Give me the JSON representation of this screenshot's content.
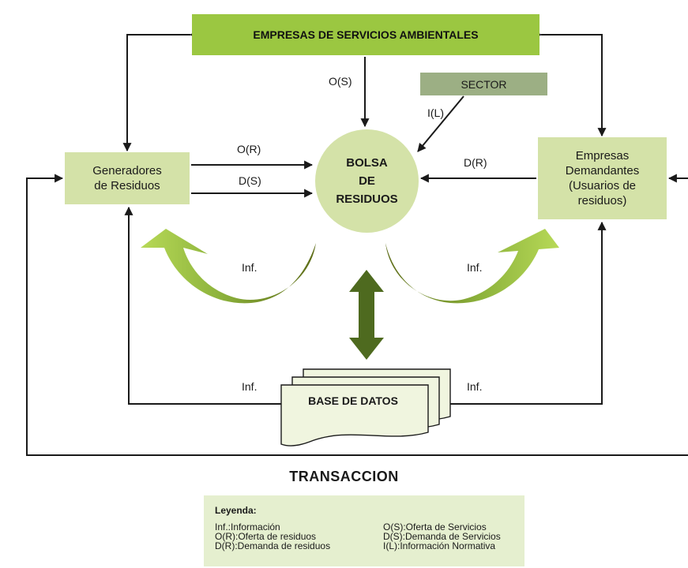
{
  "nodes": {
    "empresas_servicios": "EMPRESAS DE SERVICIOS AMBIENTALES",
    "sector": "SECTOR",
    "generadores": [
      "Generadores",
      "de Residuos"
    ],
    "bolsa": [
      "BOLSA",
      "DE",
      "RESIDUOS"
    ],
    "demandantes": [
      "Empresas",
      "Demandantes",
      "(Usuarios de",
      "residuos)"
    ],
    "base_datos": "BASE DE DATOS"
  },
  "edges": {
    "oferta_servicios": "O(S)",
    "info_normativa": "I(L)",
    "oferta_residuos": "O(R)",
    "demanda_servicios": "D(S)",
    "demanda_residuos": "D(R)",
    "inf_left_curve": "Inf.",
    "inf_right_curve": "Inf.",
    "inf_left_bottom": "Inf.",
    "inf_right_bottom": "Inf."
  },
  "footer": {
    "transaccion": "TRANSACCION"
  },
  "legend": {
    "title": "Leyenda:",
    "rows": [
      {
        "left": "Inf.:Información",
        "right": "O(S):Oferta de Servicios"
      },
      {
        "left": "O(R):Oferta de residuos",
        "right": "D(S):Demanda de Servicios"
      },
      {
        "left": "D(R):Demanda de residuos",
        "right": " I(L):Información Normativa"
      }
    ]
  },
  "colors": {
    "header_green": "#9bc741",
    "node_fill": "#d4e2a8",
    "sector_fill": "#9caf84",
    "curve_light": "#9bc741",
    "curve_dark": "#5c6b17",
    "double_arrow": "#4e6a1f",
    "legend_fill": "#e5efcf",
    "line": "#1a1a1a"
  }
}
